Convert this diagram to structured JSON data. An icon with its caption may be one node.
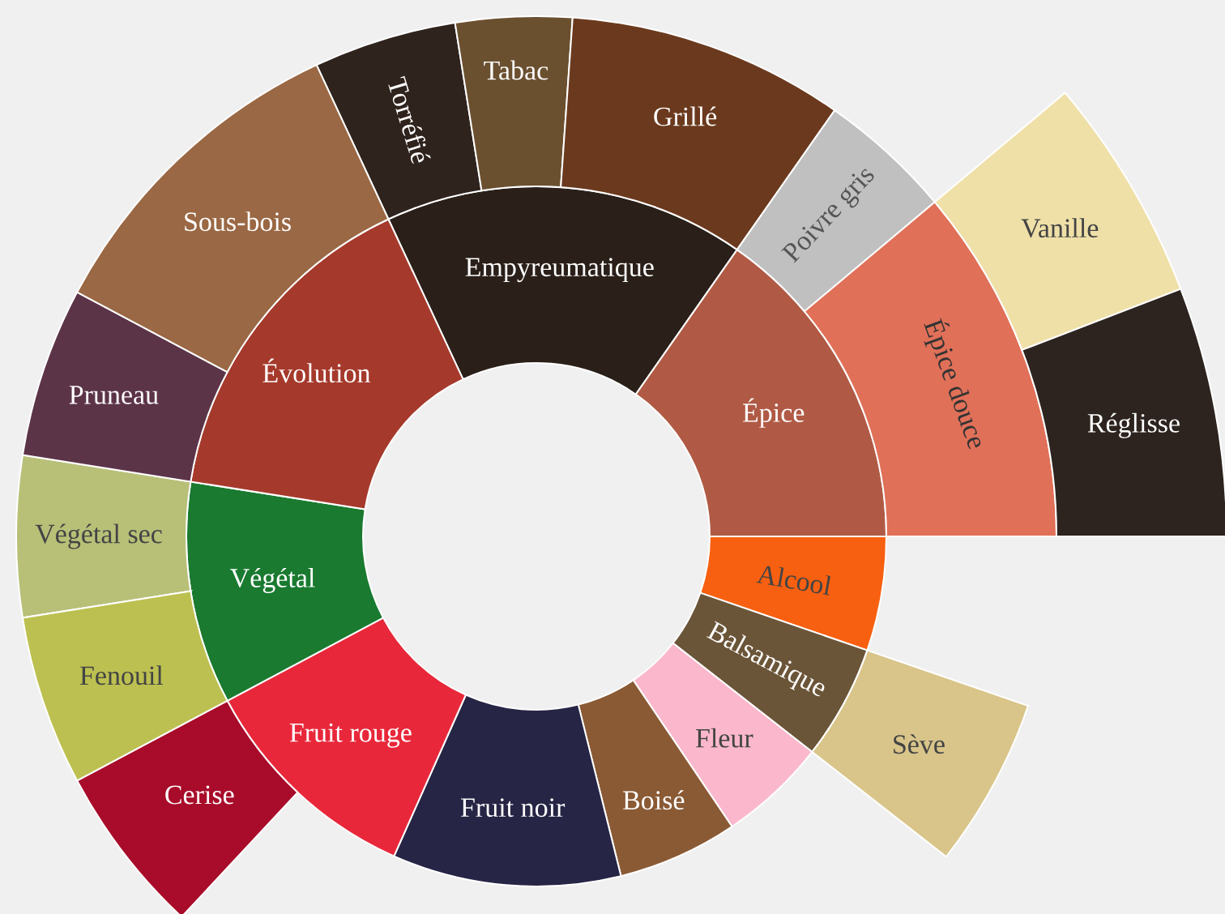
{
  "diagram": {
    "nodes": [
      {
        "text": [
          "Empyreumatique"
        ]
      },
      {
        "text": [
          "Torréfié"
        ]
      },
      {
        "text": [
          "Tabac"
        ]
      },
      {
        "text": [
          "Grillé"
        ]
      },
      {
        "text": [
          "Épice"
        ]
      },
      {
        "text": [
          "Poivre gris"
        ]
      },
      {
        "text": [
          "Épice douce"
        ]
      },
      {
        "text": [
          "Vanille"
        ]
      },
      {
        "text": [
          "Réglisse"
        ]
      },
      {
        "text": [
          "Alcool"
        ]
      },
      {
        "text": [
          "Balsamique"
        ]
      },
      {
        "text": [
          "Sève"
        ]
      },
      {
        "text": [
          "Fleur"
        ]
      },
      {
        "text": [
          "Boisé"
        ]
      },
      {
        "text": [
          "Fruit noir"
        ]
      },
      {
        "text": [
          "Fruit rouge"
        ]
      },
      {
        "text": [
          "Cerise"
        ]
      },
      {
        "text": [
          "Végétal"
        ]
      },
      {
        "text": [
          "Végétal sec"
        ]
      },
      {
        "text": [
          "Fenouil"
        ]
      },
      {
        "text": [
          "Évolution"
        ]
      },
      {
        "text": [
          "Pruneau"
        ]
      },
      {
        "text": [
          "Sous-bois"
        ]
      }
    ]
  }
}
